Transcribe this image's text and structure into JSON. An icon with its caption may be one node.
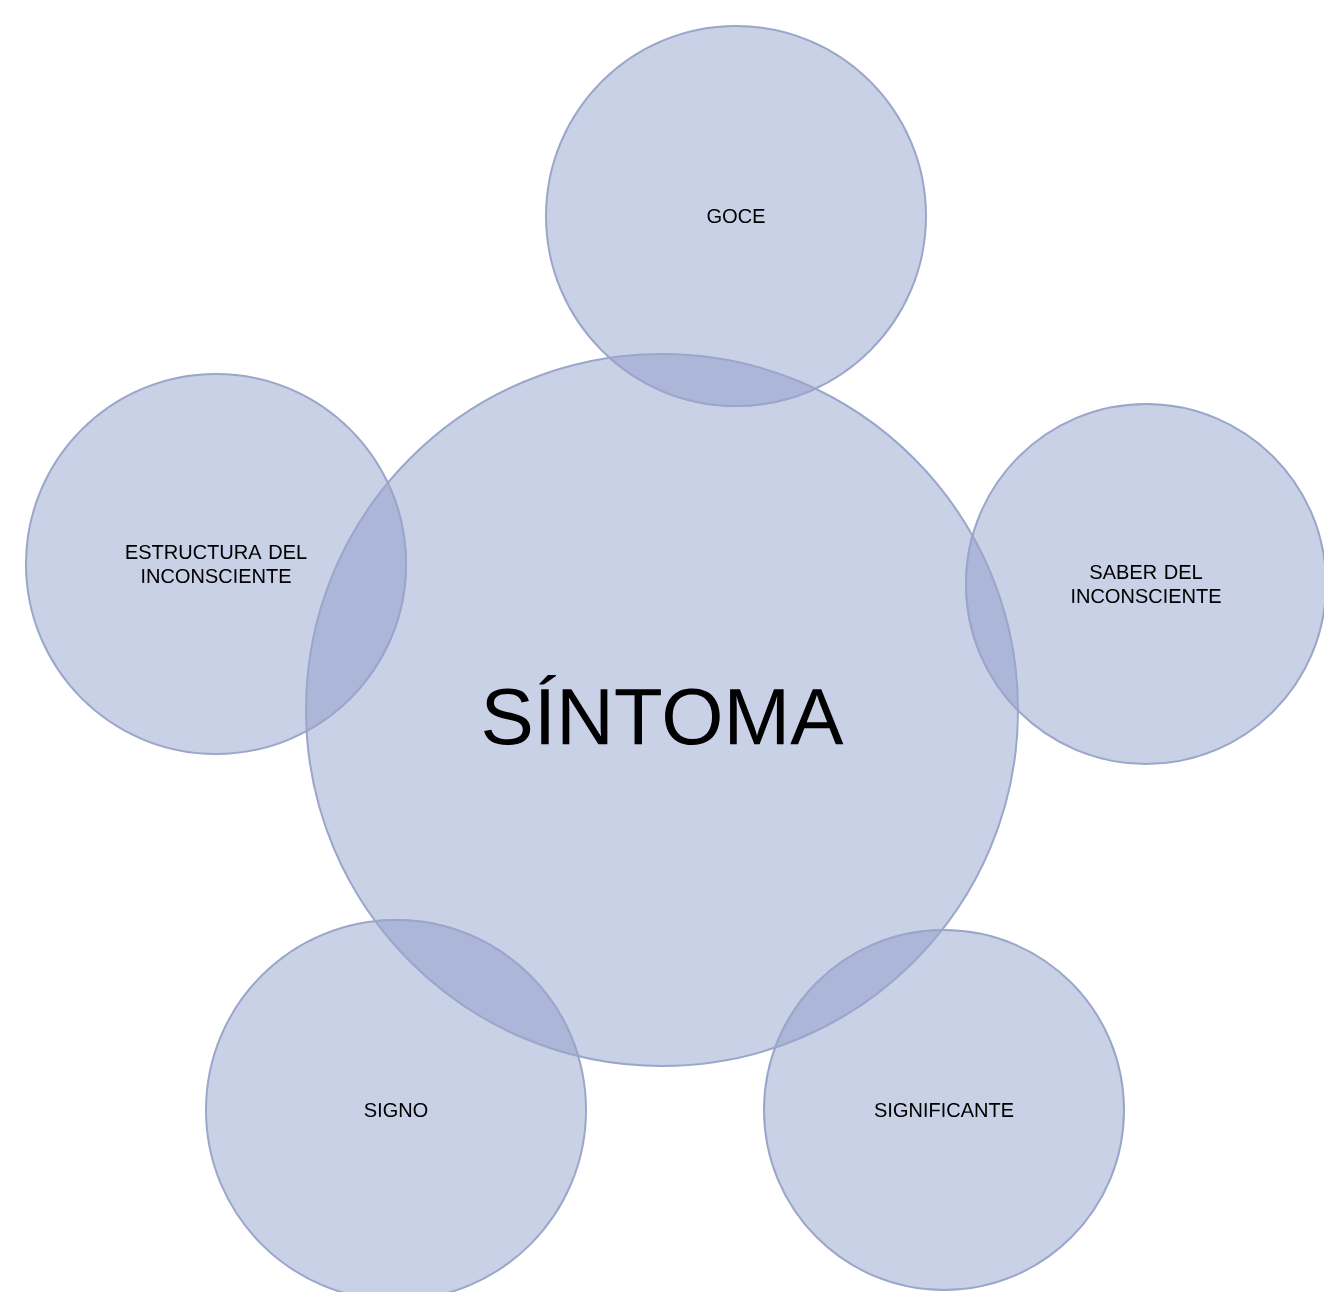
{
  "diagram": {
    "nodes": [
      {
        "text": [
          "SÍNTOMA"
        ]
      },
      {
        "text": [
          "GOCE"
        ]
      },
      {
        "text": [
          "SABER DEL INCONSCIENTE"
        ]
      },
      {
        "text": [
          "SIGNIFICANTE"
        ]
      },
      {
        "text": [
          "SIGNO"
        ]
      },
      {
        "text": [
          "ESTRUCTURA DEL INCONSCIENTE"
        ]
      }
    ]
  }
}
